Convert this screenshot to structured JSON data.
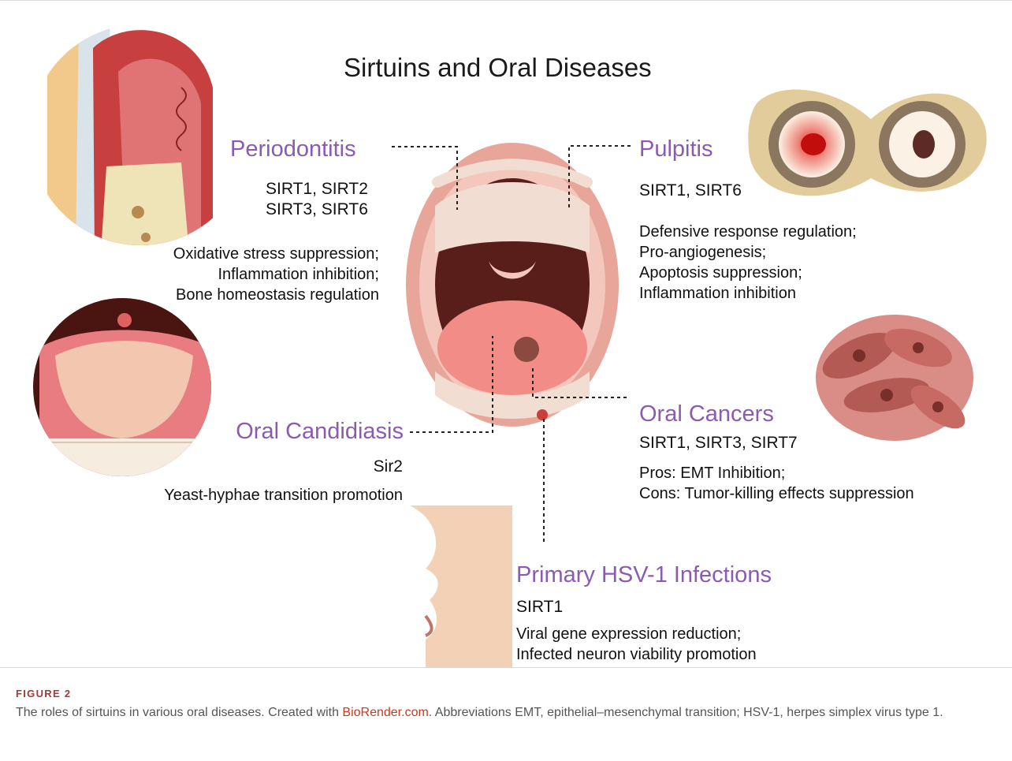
{
  "diagram": {
    "title": "Sirtuins and Oral Diseases",
    "periodontitis": {
      "heading": "Periodontitis",
      "sirtuins_line1": "SIRT1, SIRT2",
      "sirtuins_line2": "SIRT3, SIRT6",
      "effects": [
        "Oxidative stress suppression;",
        "Inflammation inhibition;",
        "Bone homeostasis regulation"
      ]
    },
    "pulpitis": {
      "heading": "Pulpitis",
      "sirtuins_line1": "SIRT1, SIRT6",
      "effects": [
        "Defensive response regulation;",
        "Pro-angiogenesis;",
        "Apoptosis suppression;",
        "Inflammation inhibition"
      ]
    },
    "oral_candidiasis": {
      "heading": "Oral Candidiasis",
      "sirtuins_line1": "Sir2",
      "effects": [
        "Yeast-hyphae transition promotion"
      ]
    },
    "oral_cancers": {
      "heading": "Oral Cancers",
      "sirtuins_line1": "SIRT1, SIRT3, SIRT7",
      "effects": [
        "Pros: EMT Inhibition;",
        "Cons: Tumor-killing effects suppression"
      ]
    },
    "hsv1": {
      "heading": "Primary HSV-1 Infections",
      "sirtuins_line1": "SIRT1",
      "effects": [
        "Viral gene expression reduction;",
        "Infected neuron viability promotion"
      ]
    }
  },
  "caption": {
    "label": "FIGURE 2",
    "text_before_link": "The roles of sirtuins in various oral diseases. Created with ",
    "link_text": "BioRender.com",
    "text_after_link": ". Abbreviations EMT, epithelial–mesenchymal transition; HSV-1, herpes simplex virus type 1."
  },
  "colors": {
    "heading_purple": "#8a5bb0",
    "caption_label_red": "#a33a3a",
    "link_red": "#c23b22",
    "lip_pink": "#e8a59a",
    "throat_dark": "#5a1e1a"
  }
}
